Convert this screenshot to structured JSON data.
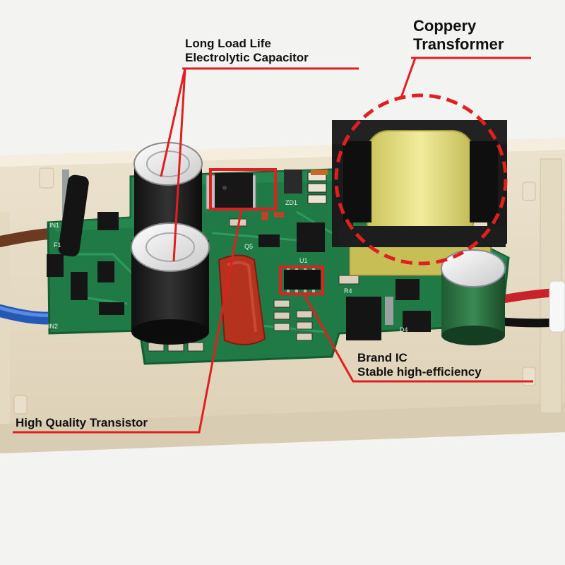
{
  "photo": {
    "subject": "LED driver circuit board in plastic housing",
    "colors": {
      "background": "#f3f3f1",
      "housing": "#e8dcc4",
      "pcb": "#1f7a45",
      "annotation": "#e02020",
      "label_text": "#111111"
    }
  },
  "annotations": {
    "capacitor": {
      "line1": "Long Load Life",
      "line2": "Electrolytic Capacitor"
    },
    "transformer": {
      "line1": "Coppery",
      "line2": "Transformer"
    },
    "ic": {
      "line1": "Brand IC",
      "line2": "Stable high-efficiency"
    },
    "transistor": {
      "line1": "High Quality Transistor"
    }
  },
  "silkscreen": {
    "in1": "IN1",
    "in2": "IN2",
    "f1": "F1",
    "r4": "R4",
    "u1": "U1",
    "q5": "Q5",
    "d4": "D4",
    "zd1": "ZD1"
  }
}
